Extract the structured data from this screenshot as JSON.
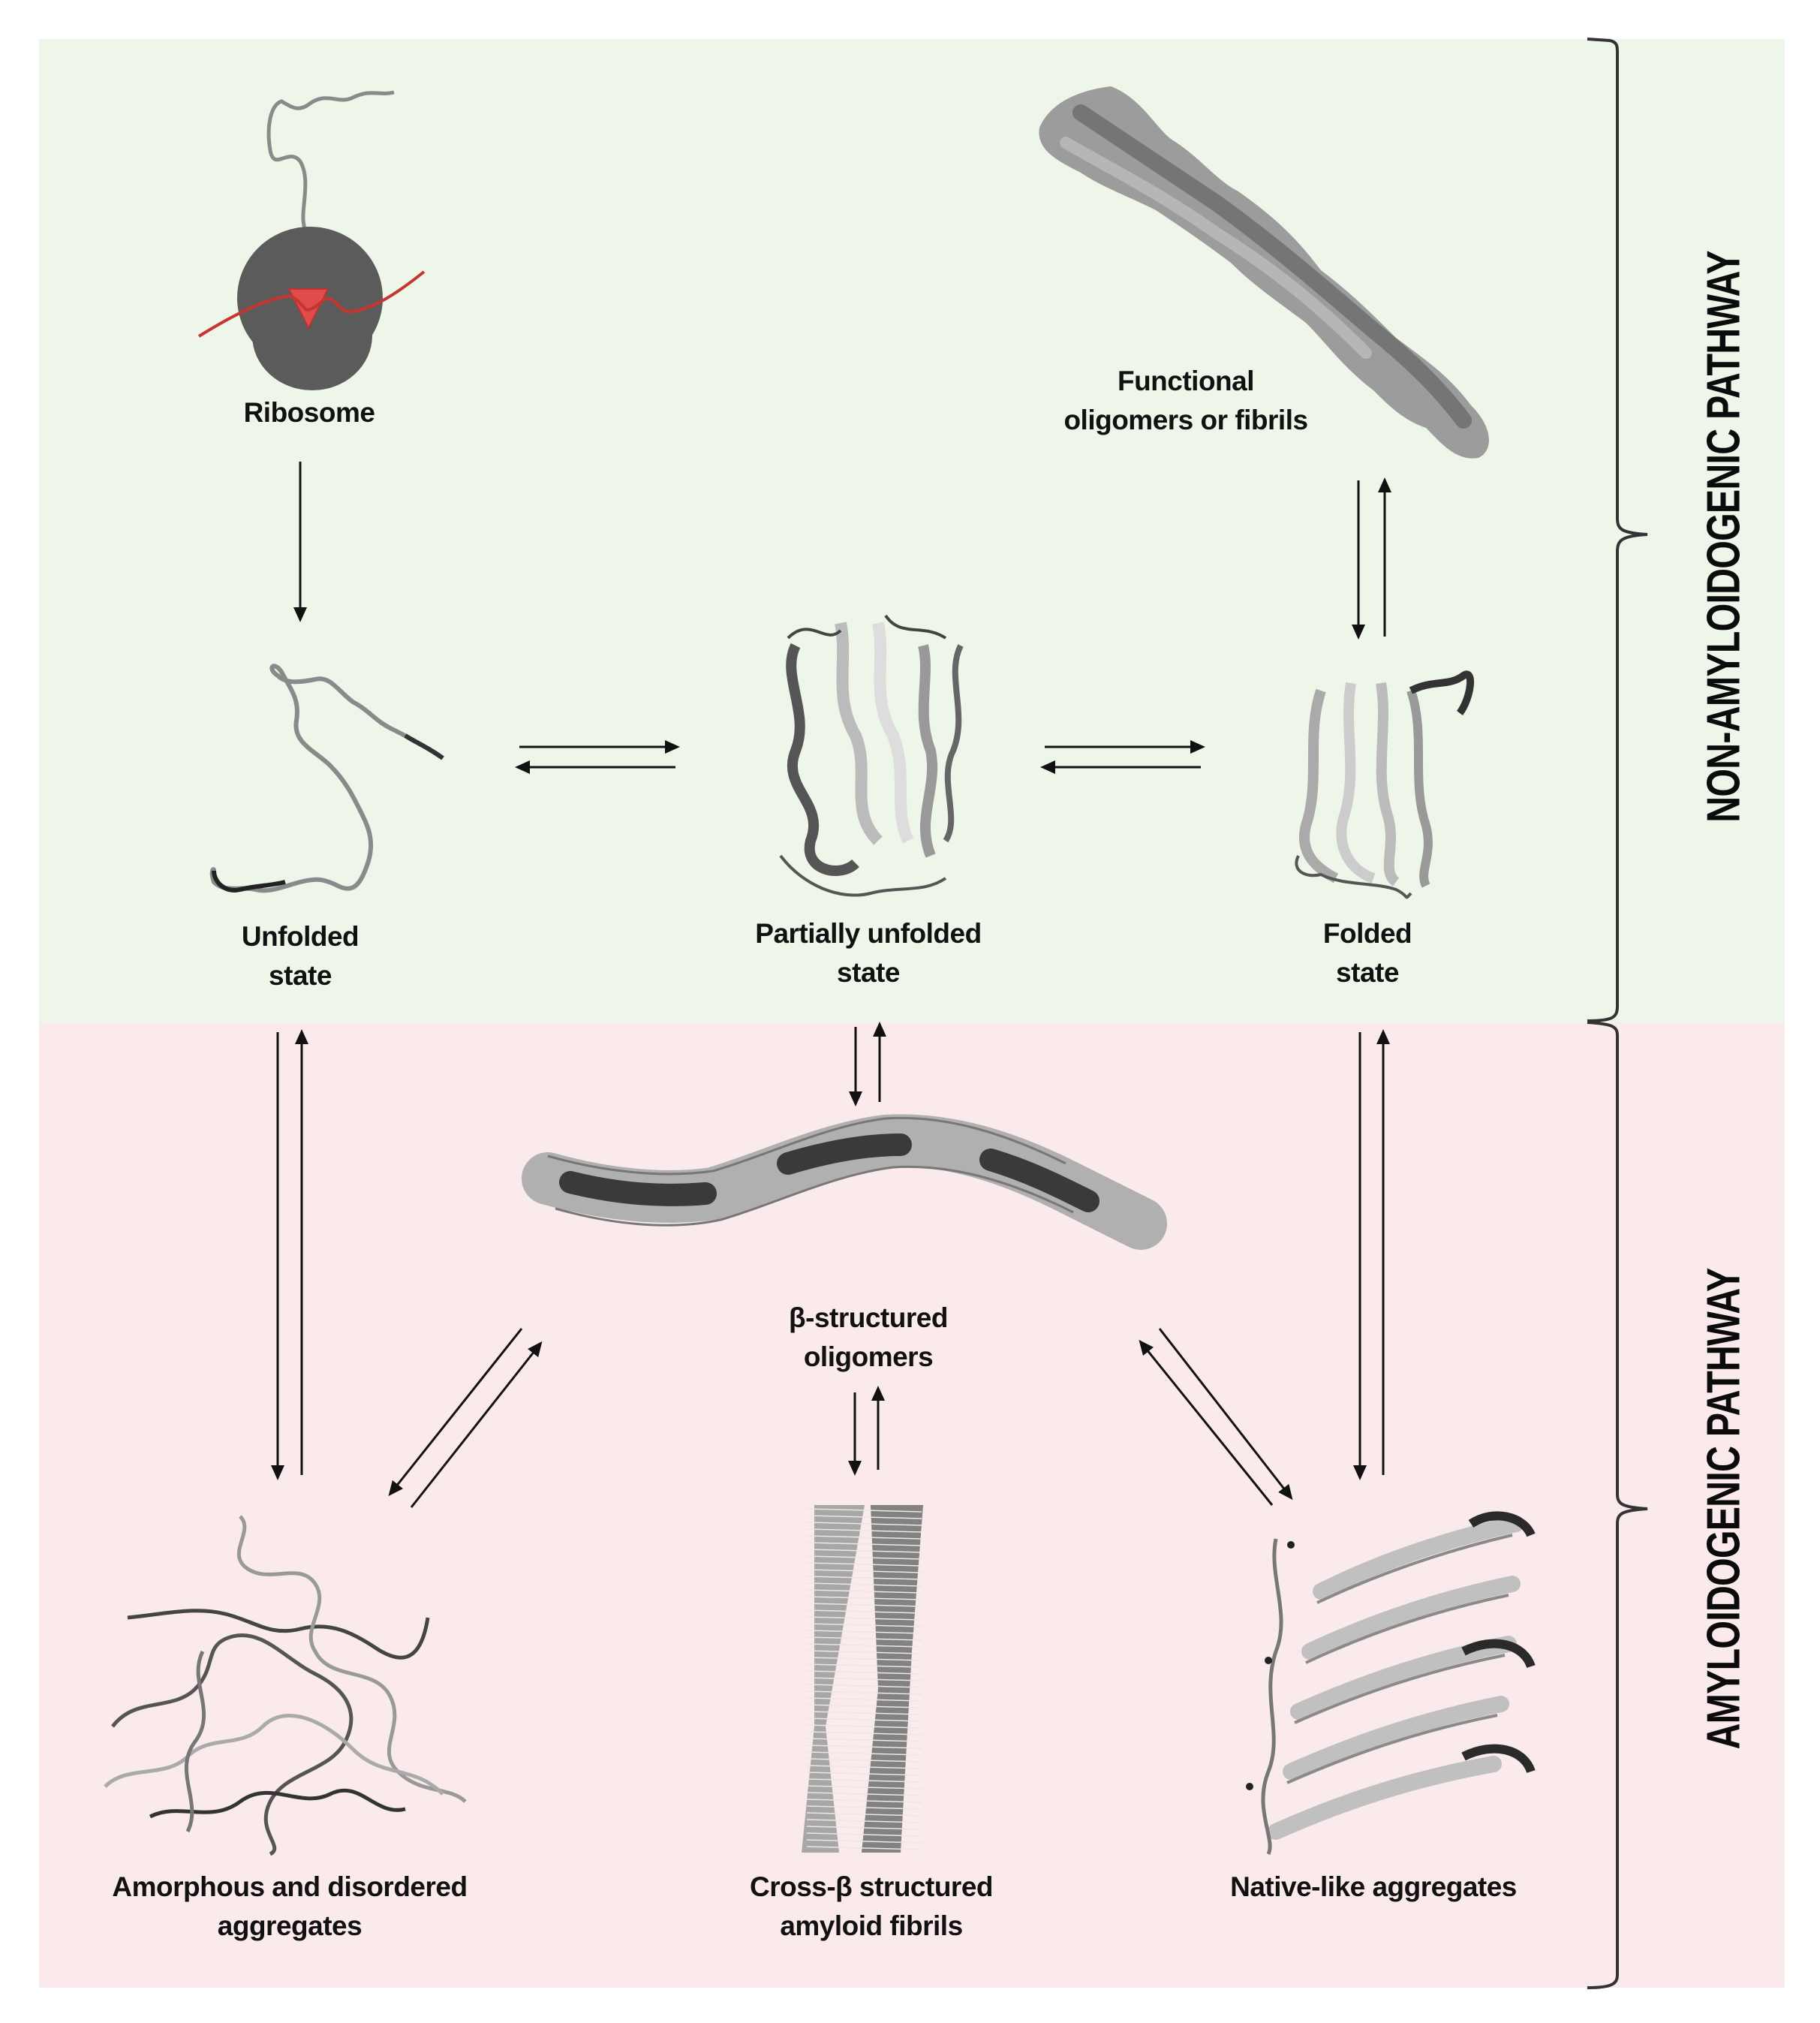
{
  "figure": {
    "regions": {
      "non_amyloid": {
        "label": "NON-AMYLOIDOGENIC PATHWAY",
        "color": "#eef6ea"
      },
      "amyloid": {
        "label": "AMYLOIDOGENIC PATHWAY",
        "color": "#fbeaeb"
      }
    },
    "nodes": {
      "ribosome": {
        "lines": [
          "Ribosome"
        ]
      },
      "functional": {
        "lines": [
          "Functional",
          "oligomers or fibrils"
        ]
      },
      "unfolded": {
        "lines": [
          "Unfolded",
          "state"
        ]
      },
      "partially": {
        "lines": [
          "Partially unfolded",
          "state"
        ]
      },
      "folded": {
        "lines": [
          "Folded",
          "state"
        ]
      },
      "beta_oligomers": {
        "lines": [
          "β-structured",
          "oligomers"
        ]
      },
      "amorphous": {
        "lines": [
          "Amorphous and disordered",
          "aggregates"
        ]
      },
      "cross_beta": {
        "lines": [
          "Cross-β structured",
          "amyloid fibrils"
        ]
      },
      "native_like": {
        "lines": [
          "Native-like aggregates"
        ]
      }
    },
    "edges": [
      {
        "from": "ribosome",
        "to": "unfolded",
        "type": "one-way"
      },
      {
        "from": "unfolded",
        "to": "partially",
        "type": "reversible"
      },
      {
        "from": "partially",
        "to": "folded",
        "type": "reversible"
      },
      {
        "from": "functional",
        "to": "folded",
        "type": "reversible"
      },
      {
        "from": "unfolded",
        "to": "amorphous",
        "type": "reversible"
      },
      {
        "from": "partially",
        "to": "beta_oligomers",
        "type": "reversible"
      },
      {
        "from": "folded",
        "to": "native_like",
        "type": "reversible"
      },
      {
        "from": "beta_oligomers",
        "to": "cross_beta",
        "type": "reversible"
      },
      {
        "from": "beta_oligomers",
        "to": "amorphous",
        "type": "reversible"
      },
      {
        "from": "beta_oligomers",
        "to": "native_like",
        "type": "reversible"
      }
    ],
    "colors": {
      "ribosome": "#5a5a5a",
      "mrna": "#c8342f",
      "tunnel": "#e04b4b",
      "arrow": "#111111"
    }
  }
}
